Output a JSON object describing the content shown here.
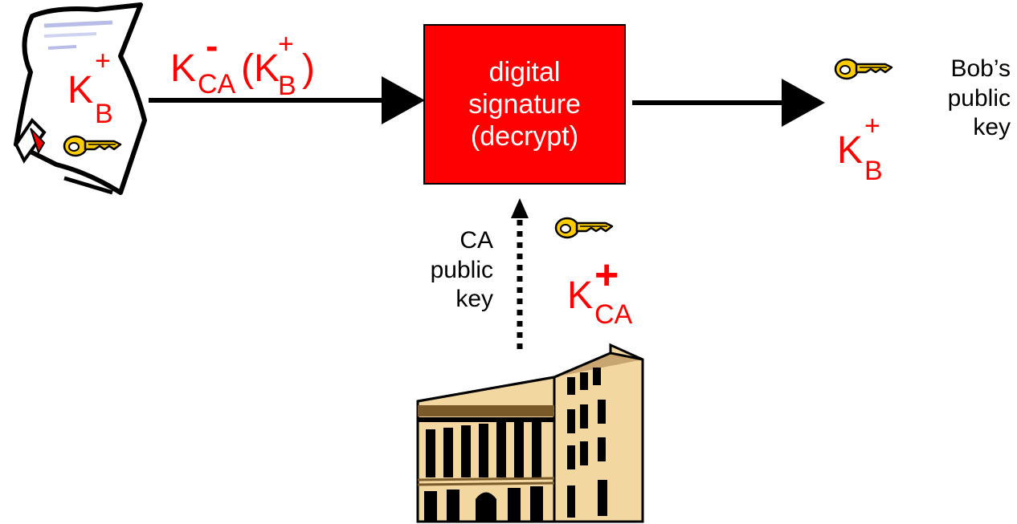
{
  "box": {
    "line1": "digital",
    "line2": "signature",
    "line3": "(decrypt)"
  },
  "certificate_key": {
    "main": "K",
    "sup": "+",
    "sub": "B"
  },
  "signed_input": {
    "main": "K",
    "sub_ca": "CA",
    "sup_minus": "-",
    "paren_open": "(",
    "inner_main": "K",
    "inner_sup": "+",
    "inner_sub": "B",
    "paren_close": ")"
  },
  "output": {
    "label_line1": "Bob’s",
    "label_line2": "public",
    "label_line3": "key",
    "key_main": "K",
    "key_sup": "+",
    "key_sub": "B"
  },
  "ca_key": {
    "label_line1": "CA",
    "label_line2": "public",
    "label_line3": "key",
    "key_main": "K",
    "key_sup": "+",
    "key_sub": "CA"
  },
  "colors": {
    "red": "#ff0000",
    "key_gold": "#ffcc00",
    "building": "#f2d7a0"
  },
  "icons": [
    "certificate-icon",
    "key-icon",
    "building-icon"
  ]
}
